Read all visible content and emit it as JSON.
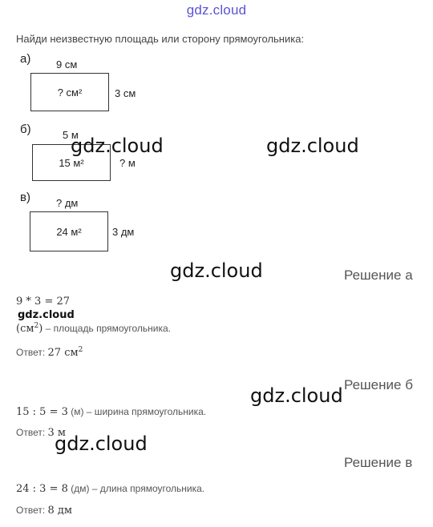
{
  "logo": "gdz.cloud",
  "task": "Найди неизвестную площадь или сторону прямоугольника:",
  "figures": {
    "a": {
      "label": "а)",
      "top": "9 см",
      "inside": "? см²",
      "side": "3 см"
    },
    "b": {
      "label": "б)",
      "top": "5 м",
      "inside": "15 м²",
      "side": "? м"
    },
    "c": {
      "label": "в)",
      "top": "? дм",
      "inside": "24 м²",
      "side": "3 дм"
    }
  },
  "watermark": "gdz.cloud",
  "solutions": {
    "a": {
      "heading": "Решение а",
      "eq": "9 * 3 = 27",
      "unit_prefix": "(см",
      "unit_sup": "2",
      "unit_suffix": ")",
      "desc": " – площадь прямоугольника.",
      "answer_label": "Ответ: ",
      "answer_value": "27 см",
      "answer_sup": "2"
    },
    "b": {
      "heading": "Решение б",
      "eq": "15 : 5 = 3",
      "unit": " (м)",
      "desc": " – ширина прямоугольника.",
      "answer_label": "Ответ: ",
      "answer_value": "3 м"
    },
    "c": {
      "heading": "Решение в",
      "eq": "24 : 3 = 8",
      "unit": " (дм)",
      "desc": " – длина прямоугольника.",
      "answer_label": "Ответ: ",
      "answer_value": "8 дм"
    }
  }
}
